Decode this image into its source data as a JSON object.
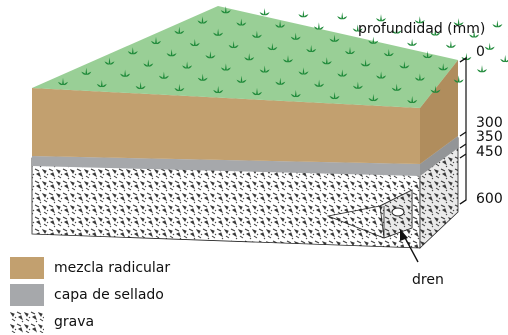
{
  "depth_scale": {
    "title": "profundidad (mm)",
    "ticks": [
      "0",
      "300",
      "350",
      "450",
      "600"
    ]
  },
  "callout": {
    "label": "dren"
  },
  "legend": {
    "items": [
      {
        "label": "mezcla radicular",
        "color": "#c2a06f"
      },
      {
        "label": "capa de sellado",
        "color": "#a6a8ab"
      },
      {
        "label": "grava",
        "color": "#ffffff"
      }
    ]
  },
  "colors": {
    "grass": "#99cf96",
    "plant": "#1f8a3a",
    "root_mix_front": "#c2a06f",
    "root_mix_side": "#b08d5d",
    "sealing_front": "#a6a8ab",
    "sealing_side": "#939597"
  }
}
